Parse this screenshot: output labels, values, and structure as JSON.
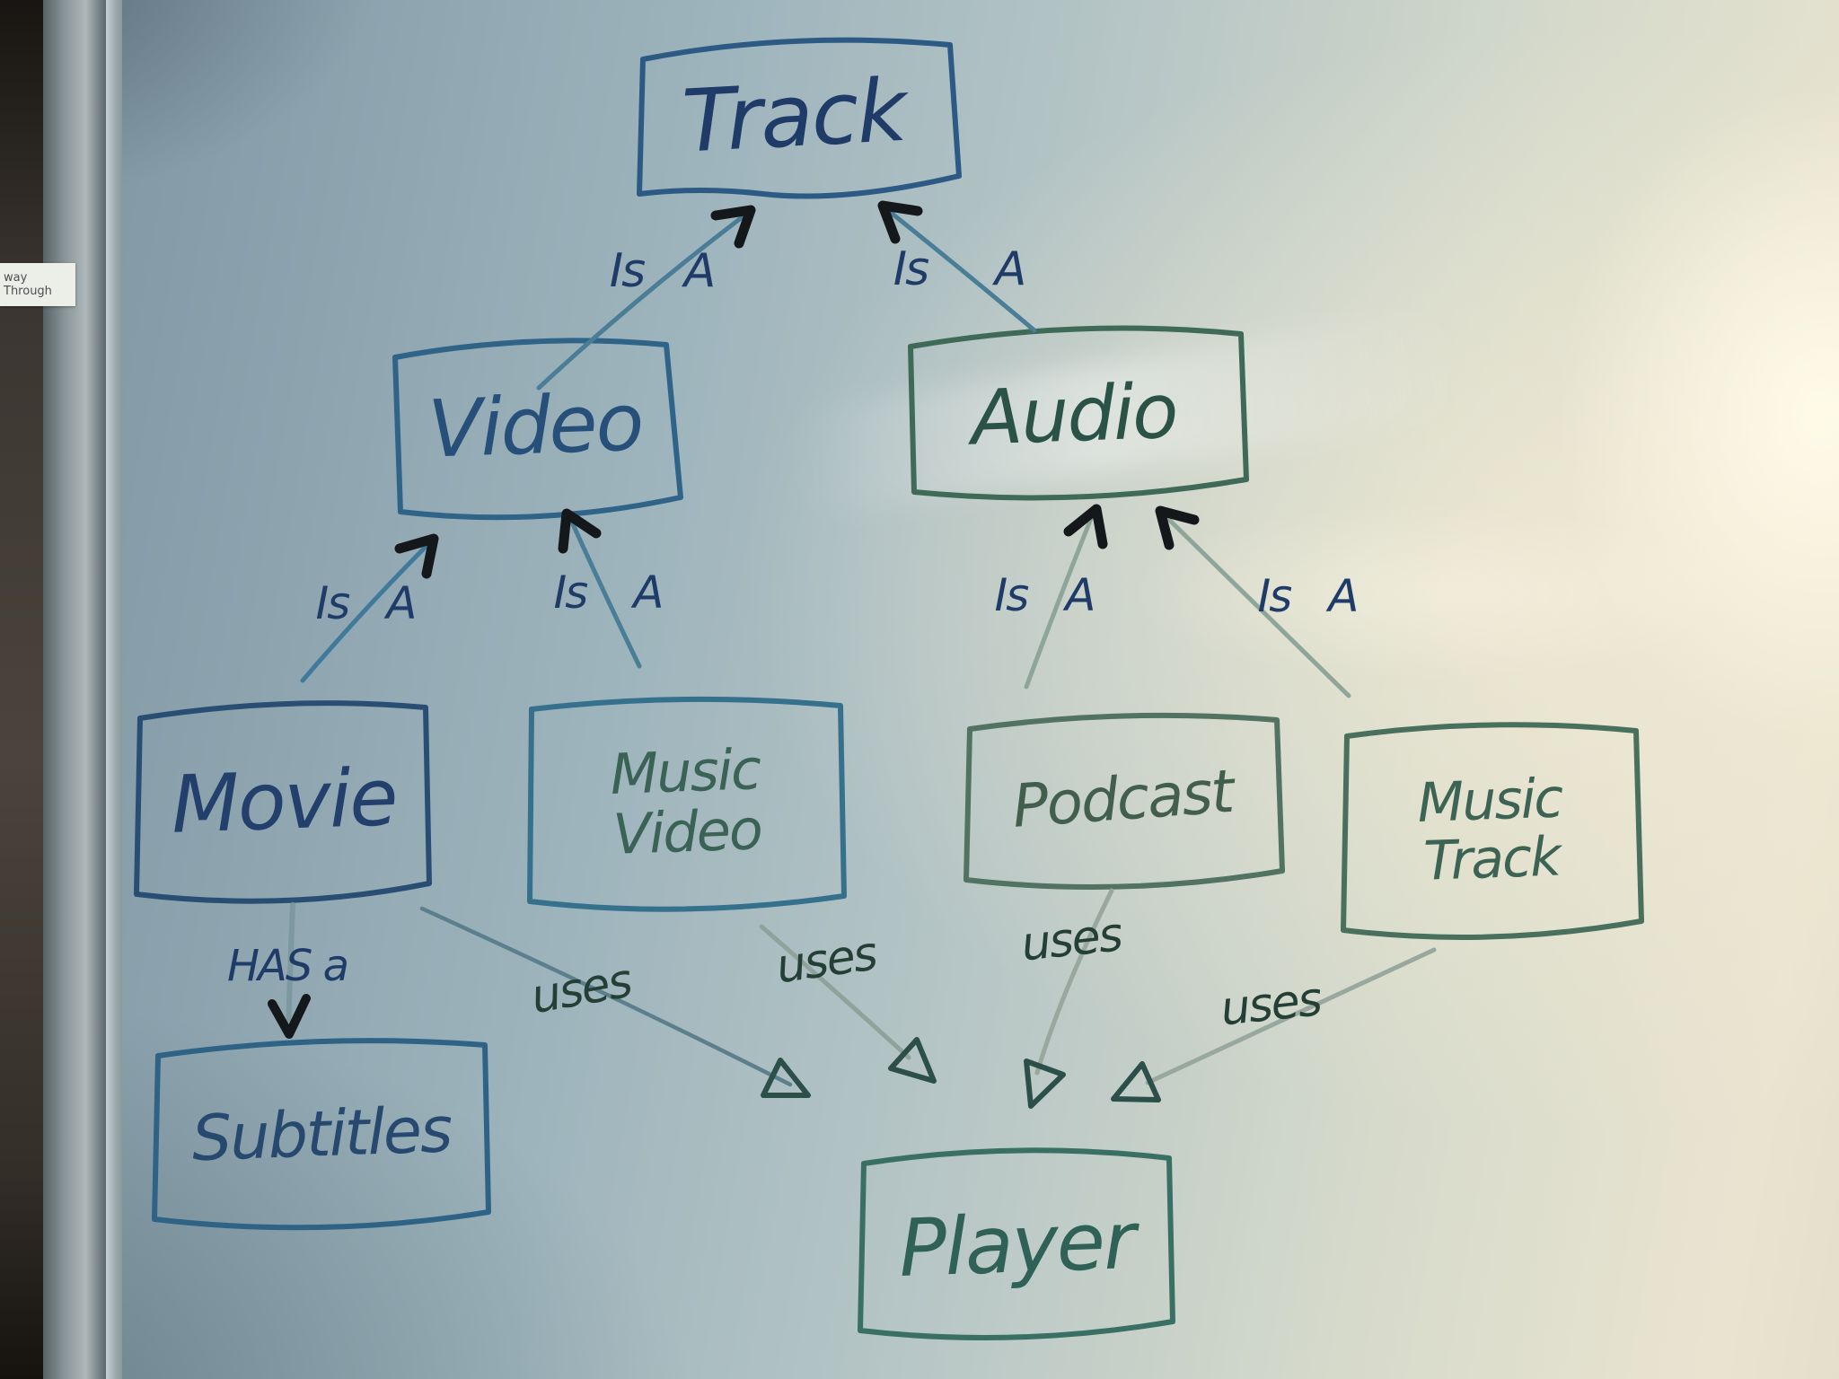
{
  "sticker": {
    "text": "way Through"
  },
  "diagram": {
    "kind": "hand-drawn class diagram on whiteboard"
  },
  "nodes": [
    {
      "id": "track",
      "label": "Track"
    },
    {
      "id": "video",
      "label": "Video"
    },
    {
      "id": "audio",
      "label": "Audio"
    },
    {
      "id": "movie",
      "label": "Movie"
    },
    {
      "id": "music-video",
      "label": "Music Video",
      "lines": [
        "Music",
        "Video"
      ]
    },
    {
      "id": "podcast",
      "label": "Podcast"
    },
    {
      "id": "music-track",
      "label": "Music Track",
      "lines": [
        "Music",
        "Track"
      ]
    },
    {
      "id": "subtitles",
      "label": "Subtitles"
    },
    {
      "id": "player",
      "label": "Player"
    }
  ],
  "edges": [
    {
      "from": "Video",
      "to": "Track",
      "label": "Is A",
      "type": "is-a"
    },
    {
      "from": "Audio",
      "to": "Track",
      "label": "Is A",
      "type": "is-a"
    },
    {
      "from": "Movie",
      "to": "Video",
      "label": "Is A",
      "type": "is-a"
    },
    {
      "from": "Music Video",
      "to": "Video",
      "label": "Is A",
      "type": "is-a"
    },
    {
      "from": "Podcast",
      "to": "Audio",
      "label": "Is A",
      "type": "is-a"
    },
    {
      "from": "Music Track",
      "to": "Audio",
      "label": "Is A",
      "type": "is-a"
    },
    {
      "from": "Movie",
      "to": "Subtitles",
      "label": "HAS a",
      "type": "has-a"
    },
    {
      "from": "Movie",
      "to": "Player",
      "label": "uses",
      "type": "uses"
    },
    {
      "from": "Music Video",
      "to": "Player",
      "label": "uses",
      "type": "uses"
    },
    {
      "from": "Podcast",
      "to": "Player",
      "label": "uses",
      "type": "uses"
    },
    {
      "from": "Music Track",
      "to": "Player",
      "label": "uses",
      "type": "uses"
    }
  ],
  "colors": {
    "blue_ink": "#1f3c69",
    "teal_ink": "#2f6157",
    "green_ink": "#3c6354",
    "uses_ink": "#243f35",
    "black_marker": "#15181a",
    "board_cool": "#8fa7b1",
    "board_warm": "#ece6d2"
  }
}
